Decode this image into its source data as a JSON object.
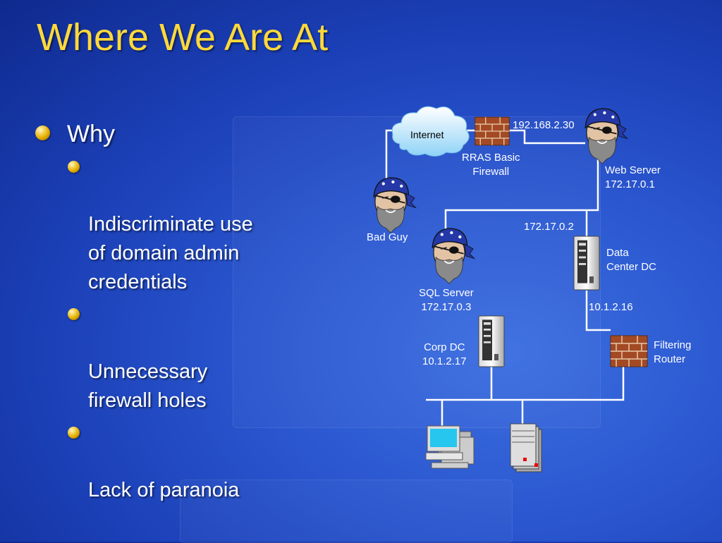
{
  "slide": {
    "title": "Where We Are At",
    "bullet": "Why",
    "sub_bullets": [
      "Indiscriminate use\nof domain admin\ncredentials",
      "Unnecessary\nfirewall holes",
      "Lack of paranoia"
    ]
  },
  "diagram": {
    "internet_label": "Internet",
    "rras_label": "RRAS Basic\nFirewall",
    "rras_ip": "192.168.2.30",
    "web_server_label": "Web Server\n172.17.0.1",
    "bad_guy_label": "Bad Guy",
    "subnet_label": "172.17.0.2",
    "sql_server_label": "SQL Server\n172.17.0.3",
    "data_center_dc_label": "Data\nCenter DC",
    "dc_ip": "10.1.2.16",
    "corp_dc_label": "Corp DC\n10.1.2.17",
    "filtering_router_label": "Filtering\nRouter"
  },
  "colors": {
    "title": "#ffd93b",
    "background": "#1b3fb6",
    "line": "#ffffff",
    "bandana": "#2438a8"
  }
}
